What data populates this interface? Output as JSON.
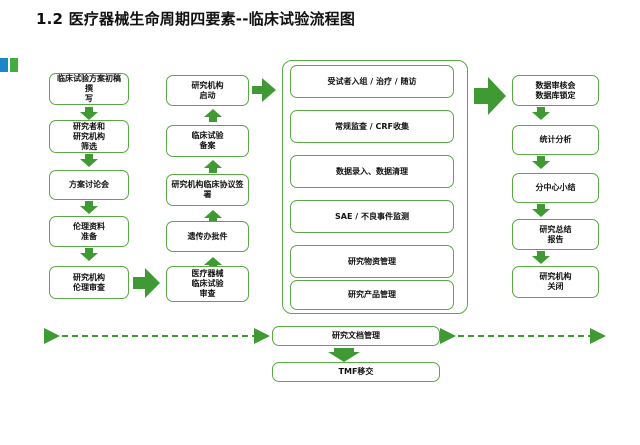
{
  "title": "1.2 医疗器械生命周期四要素--临床试验流程图",
  "colors": {
    "accent_green": "#3f9a33",
    "box_border": "#5aa845",
    "logo_blue": "#1c86c8",
    "logo_green": "#3fae3f"
  },
  "column1": [
    "临床试验方案初稿撰\n写",
    "研究者和\n研究机构\n筛选",
    "方案讨论会",
    "伦理资料\n准备",
    "研究机构\n伦理审查"
  ],
  "column2": [
    "研究机构\n启动",
    "临床试验\n备案",
    "研究机构临床协议签\n署",
    "遗传办批件",
    "医疗器械\n临床试验\n审查"
  ],
  "column3": [
    "受试者入组 / 治疗 / 随访",
    "常规监查 / CRF收集",
    "数据录入、数据清理",
    "SAE / 不良事件监测",
    "研究物资管理",
    "研究产品管理"
  ],
  "column4": [
    "数据审核会\n数据库锁定",
    "统计分析",
    "分中心小结",
    "研究总结\n报告",
    "研究机构\n关闭"
  ],
  "bottom": {
    "doc_management": "研究文档管理",
    "tmf": "TMF移交"
  }
}
